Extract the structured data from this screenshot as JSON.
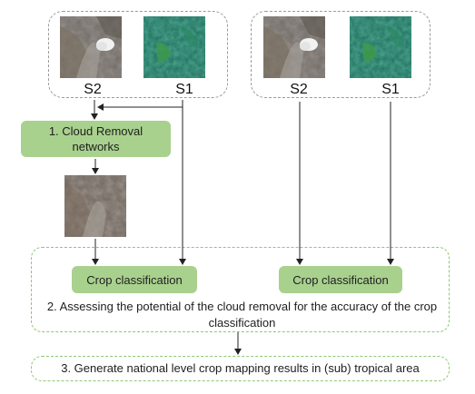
{
  "left_group": {
    "s2_label": "S2",
    "s1_label": "S1"
  },
  "right_group": {
    "s2_label": "S2",
    "s1_label": "S1"
  },
  "cloud_removal": {
    "label": "1. Cloud Removal networks"
  },
  "crop_left": {
    "label": "Crop classification"
  },
  "crop_right": {
    "label": "Crop classification"
  },
  "step2": {
    "text": "2. Assessing the potential of the cloud removal for the accuracy of the crop classification"
  },
  "step3": {
    "text": "3. Generate national level crop mapping results in (sub) tropical area"
  },
  "colors": {
    "green_box": "#a9d18e",
    "green_dash": "#8fc774",
    "gray_dash": "#9a9a9a"
  },
  "icons": [
    "s2-cloudy-satellite-image",
    "s1-sar-satellite-image",
    "s2-cloud-free-satellite-image"
  ]
}
